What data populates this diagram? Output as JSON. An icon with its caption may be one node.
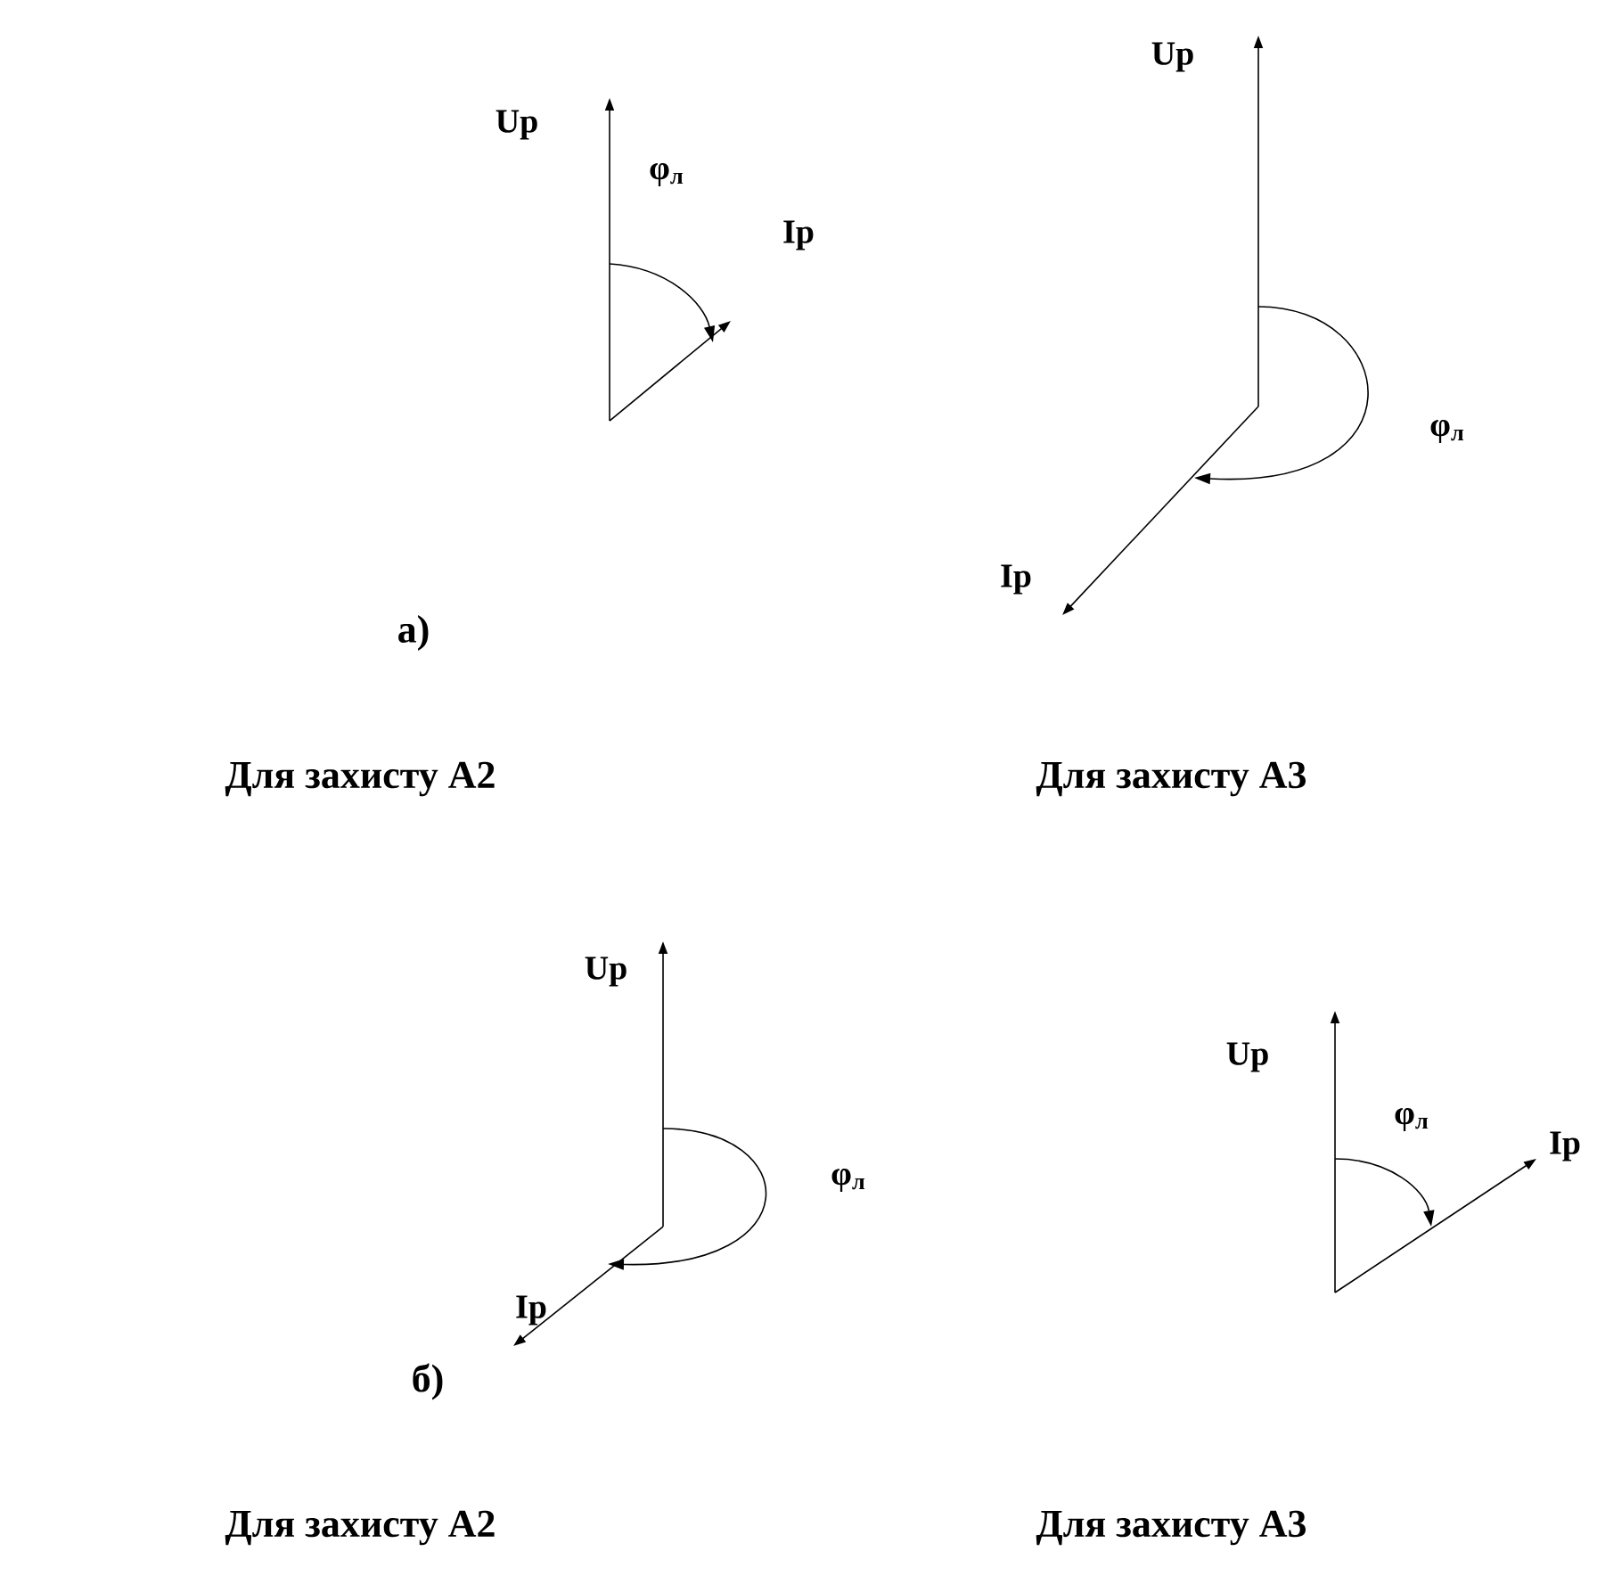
{
  "diagram": {
    "labels": [
      "Up",
      "φ$_{л}$",
      "Ip",
      "Up",
      "φ$_{л}$",
      "Ip",
      "а)",
      "Для захисту А2",
      "Для захисту А3",
      "Up",
      "φ$_{л}$",
      "Ip",
      "б)",
      "Up",
      "φ$_{л}$",
      "Ip",
      "Для захисту А2",
      "Для захисту А3"
    ]
  }
}
